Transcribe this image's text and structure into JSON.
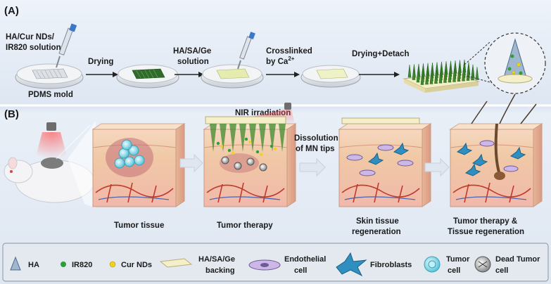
{
  "panel_a": {
    "tag": "(A)",
    "steps": {
      "solution_1": [
        "HA/Cur NDs/",
        "IR820 solution"
      ],
      "mold": "PDMS mold",
      "drying": "Drying",
      "solution_2": [
        "HA/SA/Ge",
        "solution"
      ],
      "crosslink": [
        "Crosslinked",
        "by Ca"
      ],
      "crosslink_sup": "2+",
      "detach": "Drying+Detach"
    }
  },
  "panel_b": {
    "tag": "(B)",
    "nir": "NIR irradiation",
    "dissolution": [
      "Dissolution",
      "of MN tips"
    ],
    "stages": {
      "s1": [
        "Tumor tissue"
      ],
      "s2": [
        "Tumor therapy"
      ],
      "s3": [
        "Skin tissue",
        "regeneration"
      ],
      "s4": [
        "Tumor therapy &",
        "Tissue regeneration"
      ]
    }
  },
  "legend": {
    "ha": "HA",
    "ir820": "IR820",
    "cur": "Cur NDs",
    "backing": [
      "HA/SA/Ge",
      "backing"
    ],
    "endo": [
      "Endothelial",
      "cell"
    ],
    "fibro": "Fibroblasts",
    "tumor": [
      "Tumor",
      "cell"
    ],
    "dead": [
      "Dead Tumor",
      "cell"
    ]
  },
  "colors": {
    "needle": "#3f8a2e",
    "vessel": "#c0392b",
    "ir820": "#2e9e3a",
    "cur": "#f1d21a",
    "tumor": "#6fd0e0",
    "fibro": "#2f8fc0"
  }
}
